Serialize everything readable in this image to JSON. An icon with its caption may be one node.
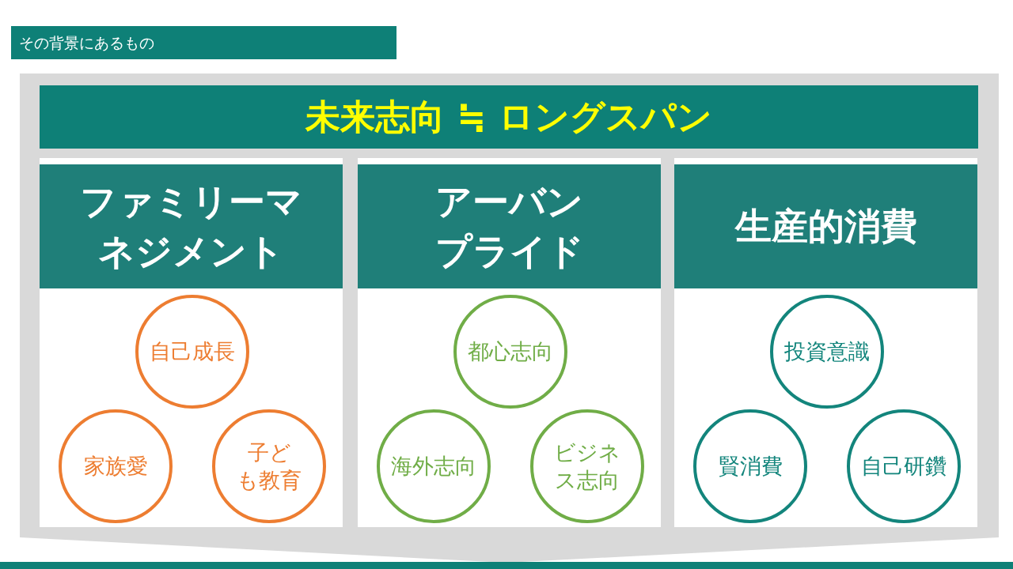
{
  "diagram": {
    "title": "その背景にあるもの",
    "nodes": [
      {
        "text": [
          "未来志向 ≒ ロングスパン"
        ]
      },
      {
        "text": [
          "ファミリーマネジメント"
        ]
      },
      {
        "text": [
          "自己成長"
        ],
        "in": 1
      },
      {
        "text": [
          "家族愛"
        ],
        "in": 1
      },
      {
        "text": [
          "子ども教育"
        ],
        "in": 1
      },
      {
        "text": [
          "アーバンプライド"
        ]
      },
      {
        "text": [
          "都心志向"
        ],
        "in": 5
      },
      {
        "text": [
          "海外志向"
        ],
        "in": 5
      },
      {
        "text": [
          "ビジネス志向"
        ],
        "in": 5
      },
      {
        "text": [
          "生産的消費"
        ]
      },
      {
        "text": [
          "投資意識"
        ],
        "in": 9
      },
      {
        "text": [
          "賢消費"
        ],
        "in": 9
      },
      {
        "text": [
          "自己研鑽"
        ],
        "in": 9
      }
    ]
  }
}
